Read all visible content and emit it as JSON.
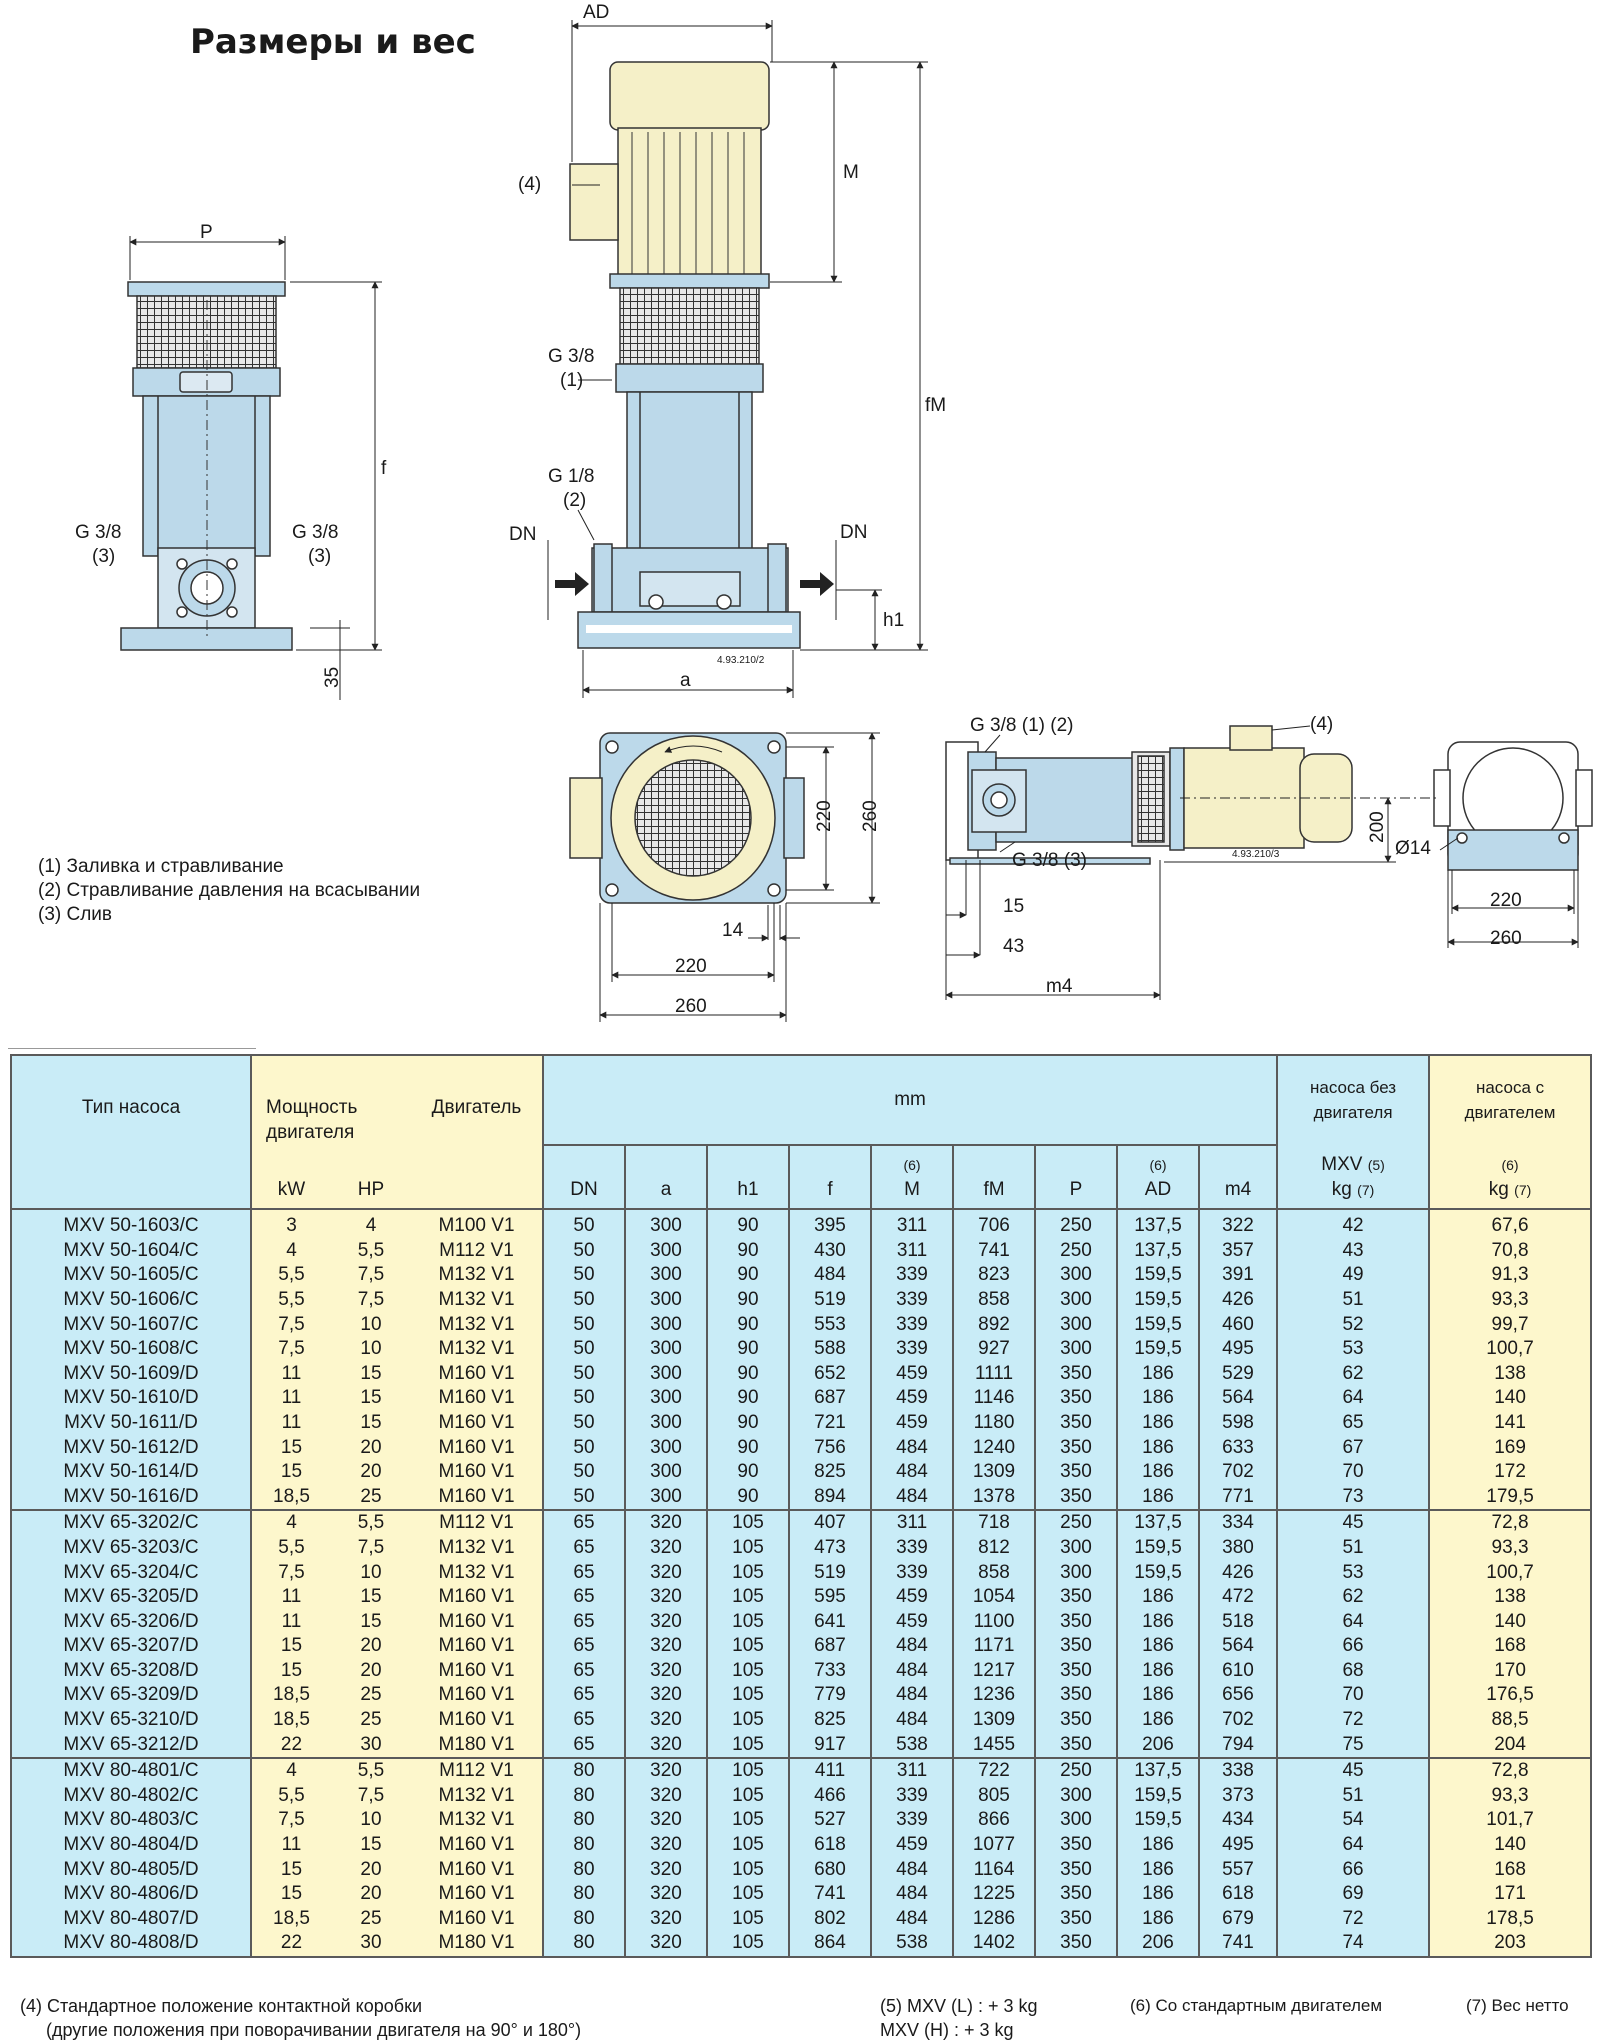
{
  "title": "Размеры и вес",
  "drawing_labels": {
    "P": "P",
    "f": "f",
    "AD": "AD",
    "M": "M",
    "fM": "fM",
    "g38": "G 3/8",
    "g18": "G 1/8",
    "n1": "(1)",
    "n2": "(2)",
    "n3": "(3)",
    "n4": "(4)",
    "DN": "DN",
    "h1": "h1",
    "a": "a",
    "d35": "35",
    "code1": "4.93.210/2",
    "code2": "4.93.210/3",
    "d220": "220",
    "d260": "260",
    "d14": "14",
    "g38_12": "G 3/8 (1) (2)",
    "g38_3": "G 3/8 (3)",
    "d15": "15",
    "d43": "43",
    "m4": "m4",
    "d200": "200",
    "o14": "Ø14"
  },
  "notes": [
    "(1) Заливка и стравливание",
    "(2) Стравливание давления на всасывании",
    "(3) Слив"
  ],
  "table": {
    "h_type": "Тип насоса",
    "h_power1": "Мощность",
    "h_power2": "двигателя",
    "h_motor": "Двигатель",
    "h_mm": "mm",
    "h_w1a": "насоса без",
    "h_w1b": "двигателя",
    "h_w2a": "насоса с",
    "h_w2b": "двигателем",
    "n6": "(6)",
    "n5": "(5)",
    "n7": "(7)",
    "mxv": "MXV",
    "kg": "kg",
    "cols": [
      "kW",
      "HP",
      "DN",
      "a",
      "h1",
      "f",
      "M",
      "fM",
      "P",
      "AD",
      "m4"
    ],
    "rows": [
      [
        "MXV 50-1603/C",
        "3",
        "4",
        "M100 V1",
        "50",
        "300",
        "90",
        "395",
        "311",
        "706",
        "250",
        "137,5",
        "322",
        "42",
        "67,6"
      ],
      [
        "MXV 50-1604/C",
        "4",
        "5,5",
        "M112 V1",
        "50",
        "300",
        "90",
        "430",
        "311",
        "741",
        "250",
        "137,5",
        "357",
        "43",
        "70,8"
      ],
      [
        "MXV 50-1605/C",
        "5,5",
        "7,5",
        "M132 V1",
        "50",
        "300",
        "90",
        "484",
        "339",
        "823",
        "300",
        "159,5",
        "391",
        "49",
        "91,3"
      ],
      [
        "MXV 50-1606/C",
        "5,5",
        "7,5",
        "M132 V1",
        "50",
        "300",
        "90",
        "519",
        "339",
        "858",
        "300",
        "159,5",
        "426",
        "51",
        "93,3"
      ],
      [
        "MXV 50-1607/C",
        "7,5",
        "10",
        "M132 V1",
        "50",
        "300",
        "90",
        "553",
        "339",
        "892",
        "300",
        "159,5",
        "460",
        "52",
        "99,7"
      ],
      [
        "MXV 50-1608/C",
        "7,5",
        "10",
        "M132 V1",
        "50",
        "300",
        "90",
        "588",
        "339",
        "927",
        "300",
        "159,5",
        "495",
        "53",
        "100,7"
      ],
      [
        "MXV 50-1609/D",
        "11",
        "15",
        "M160 V1",
        "50",
        "300",
        "90",
        "652",
        "459",
        "1111",
        "350",
        "186",
        "529",
        "62",
        "138"
      ],
      [
        "MXV 50-1610/D",
        "11",
        "15",
        "M160 V1",
        "50",
        "300",
        "90",
        "687",
        "459",
        "1146",
        "350",
        "186",
        "564",
        "64",
        "140"
      ],
      [
        "MXV 50-1611/D",
        "11",
        "15",
        "M160 V1",
        "50",
        "300",
        "90",
        "721",
        "459",
        "1180",
        "350",
        "186",
        "598",
        "65",
        "141"
      ],
      [
        "MXV 50-1612/D",
        "15",
        "20",
        "M160 V1",
        "50",
        "300",
        "90",
        "756",
        "484",
        "1240",
        "350",
        "186",
        "633",
        "67",
        "169"
      ],
      [
        "MXV 50-1614/D",
        "15",
        "20",
        "M160 V1",
        "50",
        "300",
        "90",
        "825",
        "484",
        "1309",
        "350",
        "186",
        "702",
        "70",
        "172"
      ],
      [
        "MXV 50-1616/D",
        "18,5",
        "25",
        "M160 V1",
        "50",
        "300",
        "90",
        "894",
        "484",
        "1378",
        "350",
        "186",
        "771",
        "73",
        "179,5"
      ],
      [
        "MXV 65-3202/C",
        "4",
        "5,5",
        "M112 V1",
        "65",
        "320",
        "105",
        "407",
        "311",
        "718",
        "250",
        "137,5",
        "334",
        "45",
        "72,8"
      ],
      [
        "MXV 65-3203/C",
        "5,5",
        "7,5",
        "M132 V1",
        "65",
        "320",
        "105",
        "473",
        "339",
        "812",
        "300",
        "159,5",
        "380",
        "51",
        "93,3"
      ],
      [
        "MXV 65-3204/C",
        "7,5",
        "10",
        "M132 V1",
        "65",
        "320",
        "105",
        "519",
        "339",
        "858",
        "300",
        "159,5",
        "426",
        "53",
        "100,7"
      ],
      [
        "MXV 65-3205/D",
        "11",
        "15",
        "M160 V1",
        "65",
        "320",
        "105",
        "595",
        "459",
        "1054",
        "350",
        "186",
        "472",
        "62",
        "138"
      ],
      [
        "MXV 65-3206/D",
        "11",
        "15",
        "M160 V1",
        "65",
        "320",
        "105",
        "641",
        "459",
        "1100",
        "350",
        "186",
        "518",
        "64",
        "140"
      ],
      [
        "MXV 65-3207/D",
        "15",
        "20",
        "M160 V1",
        "65",
        "320",
        "105",
        "687",
        "484",
        "1171",
        "350",
        "186",
        "564",
        "66",
        "168"
      ],
      [
        "MXV 65-3208/D",
        "15",
        "20",
        "M160 V1",
        "65",
        "320",
        "105",
        "733",
        "484",
        "1217",
        "350",
        "186",
        "610",
        "68",
        "170"
      ],
      [
        "MXV 65-3209/D",
        "18,5",
        "25",
        "M160 V1",
        "65",
        "320",
        "105",
        "779",
        "484",
        "1236",
        "350",
        "186",
        "656",
        "70",
        "176,5"
      ],
      [
        "MXV 65-3210/D",
        "18,5",
        "25",
        "M160 V1",
        "65",
        "320",
        "105",
        "825",
        "484",
        "1309",
        "350",
        "186",
        "702",
        "72",
        "88,5"
      ],
      [
        "MXV 65-3212/D",
        "22",
        "30",
        "M180 V1",
        "65",
        "320",
        "105",
        "917",
        "538",
        "1455",
        "350",
        "206",
        "794",
        "75",
        "204"
      ],
      [
        "MXV 80-4801/C",
        "4",
        "5,5",
        "M112 V1",
        "80",
        "320",
        "105",
        "411",
        "311",
        "722",
        "250",
        "137,5",
        "338",
        "45",
        "72,8"
      ],
      [
        "MXV 80-4802/C",
        "5,5",
        "7,5",
        "M132 V1",
        "80",
        "320",
        "105",
        "466",
        "339",
        "805",
        "300",
        "159,5",
        "373",
        "51",
        "93,3"
      ],
      [
        "MXV 80-4803/C",
        "7,5",
        "10",
        "M132 V1",
        "80",
        "320",
        "105",
        "527",
        "339",
        "866",
        "300",
        "159,5",
        "434",
        "54",
        "101,7"
      ],
      [
        "MXV 80-4804/D",
        "11",
        "15",
        "M160 V1",
        "80",
        "320",
        "105",
        "618",
        "459",
        "1077",
        "350",
        "186",
        "495",
        "64",
        "140"
      ],
      [
        "MXV 80-4805/D",
        "15",
        "20",
        "M160 V1",
        "80",
        "320",
        "105",
        "680",
        "484",
        "1164",
        "350",
        "186",
        "557",
        "66",
        "168"
      ],
      [
        "MXV 80-4806/D",
        "15",
        "20",
        "M160 V1",
        "80",
        "320",
        "105",
        "741",
        "484",
        "1225",
        "350",
        "186",
        "618",
        "69",
        "171"
      ],
      [
        "MXV 80-4807/D",
        "18,5",
        "25",
        "M160 V1",
        "80",
        "320",
        "105",
        "802",
        "484",
        "1286",
        "350",
        "186",
        "679",
        "72",
        "178,5"
      ],
      [
        "MXV 80-4808/D",
        "22",
        "30",
        "M180 V1",
        "80",
        "320",
        "105",
        "864",
        "538",
        "1402",
        "350",
        "206",
        "741",
        "74",
        "203"
      ]
    ]
  },
  "footnotes": {
    "f4a": "(4) Стандартное положение контактной коробки",
    "f4b": "(другие положения при поворачивании двигателя на 90° и 180°)",
    "f5a": "(5) MXV (L) : + 3 kg",
    "f5b": "MXV (H) : + 3 kg",
    "f6": "(6) Со стандартным двигателем",
    "f7": "(7) Вес нетто"
  },
  "colors": {
    "blue": "#c9ecf7",
    "yellow": "#fdf7cc",
    "pump": "#bcd9ea",
    "motor": "#f5f0c8"
  }
}
